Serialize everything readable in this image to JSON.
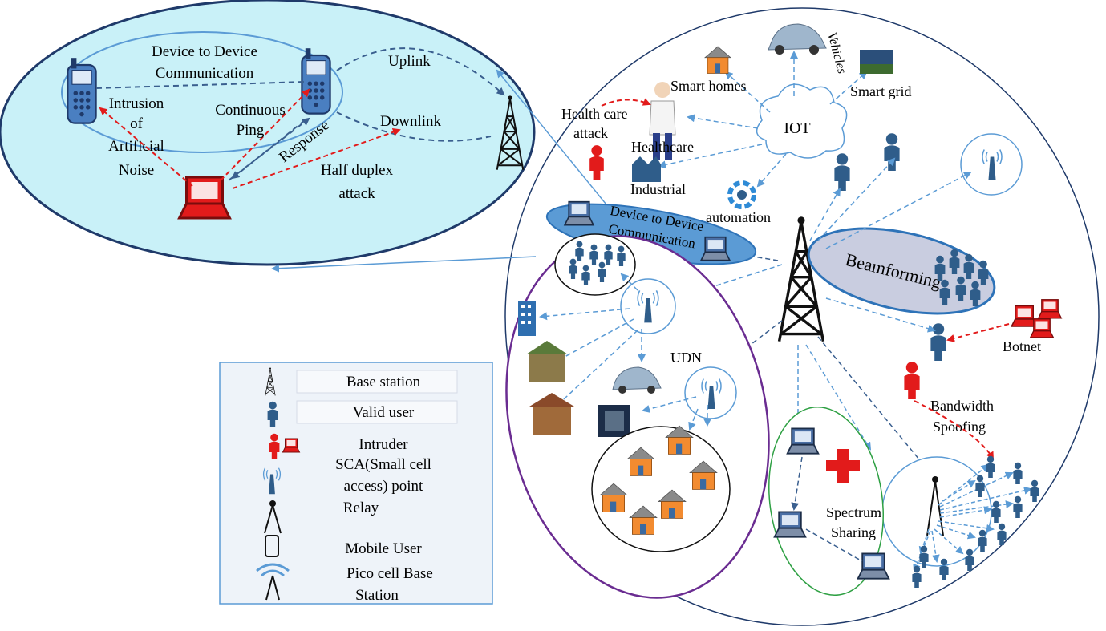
{
  "inset": {
    "d2d_title_line1": "Device to Device",
    "d2d_title_line2": "Communication",
    "uplink": "Uplink",
    "downlink": "Downlink",
    "intrusion_l1": "Intrusion",
    "intrusion_l2": "of",
    "intrusion_l3": "Artificial",
    "intrusion_l4": "Noise",
    "ping_l1": "Continuous",
    "ping_l2": "Ping",
    "response": "Response",
    "half_duplex_l1": "Half duplex",
    "half_duplex_l2": "attack"
  },
  "iot": {
    "hub": "IOT",
    "smart_homes": "Smart homes",
    "vehicles": "Vehicles",
    "smart_grid": "Smart grid",
    "healthcare": "Healthcare",
    "industrial": "Industrial",
    "automation": "automation",
    "health_attack_l1": "Health care",
    "health_attack_l2": "attack"
  },
  "network": {
    "d2d_line1": "Device to Device",
    "d2d_line2": "Communication",
    "beamforming": "Beamforming",
    "botnet": "Botnet",
    "bandwidth_l1": "Bandwidth",
    "bandwidth_l2": "Spoofing",
    "udn": "UDN",
    "spectrum_l1": "Spectrum",
    "spectrum_l2": "Sharing"
  },
  "legend": {
    "base_station": "Base station",
    "valid_user": "Valid user",
    "intruder": "Intruder",
    "sca_l1": "SCA(Small cell",
    "sca_l2": "access) point",
    "relay": "Relay",
    "mobile_user": "Mobile User",
    "pico_l1": "Pico cell Base",
    "pico_l2": "Station"
  },
  "colors": {
    "user_blue": "#2f5d8a",
    "intruder_red": "#e21b1b",
    "inset_fill": "#c9f1f8",
    "inset_border": "#1f3a6a",
    "d2d_fill": "#5b9bd5",
    "beam_fill": "#c9cde0",
    "beam_border": "#2e73b8",
    "udn_border": "#6a2c91",
    "spectrum_border": "#2ea043",
    "dashed_blue": "#5b9bd5"
  }
}
